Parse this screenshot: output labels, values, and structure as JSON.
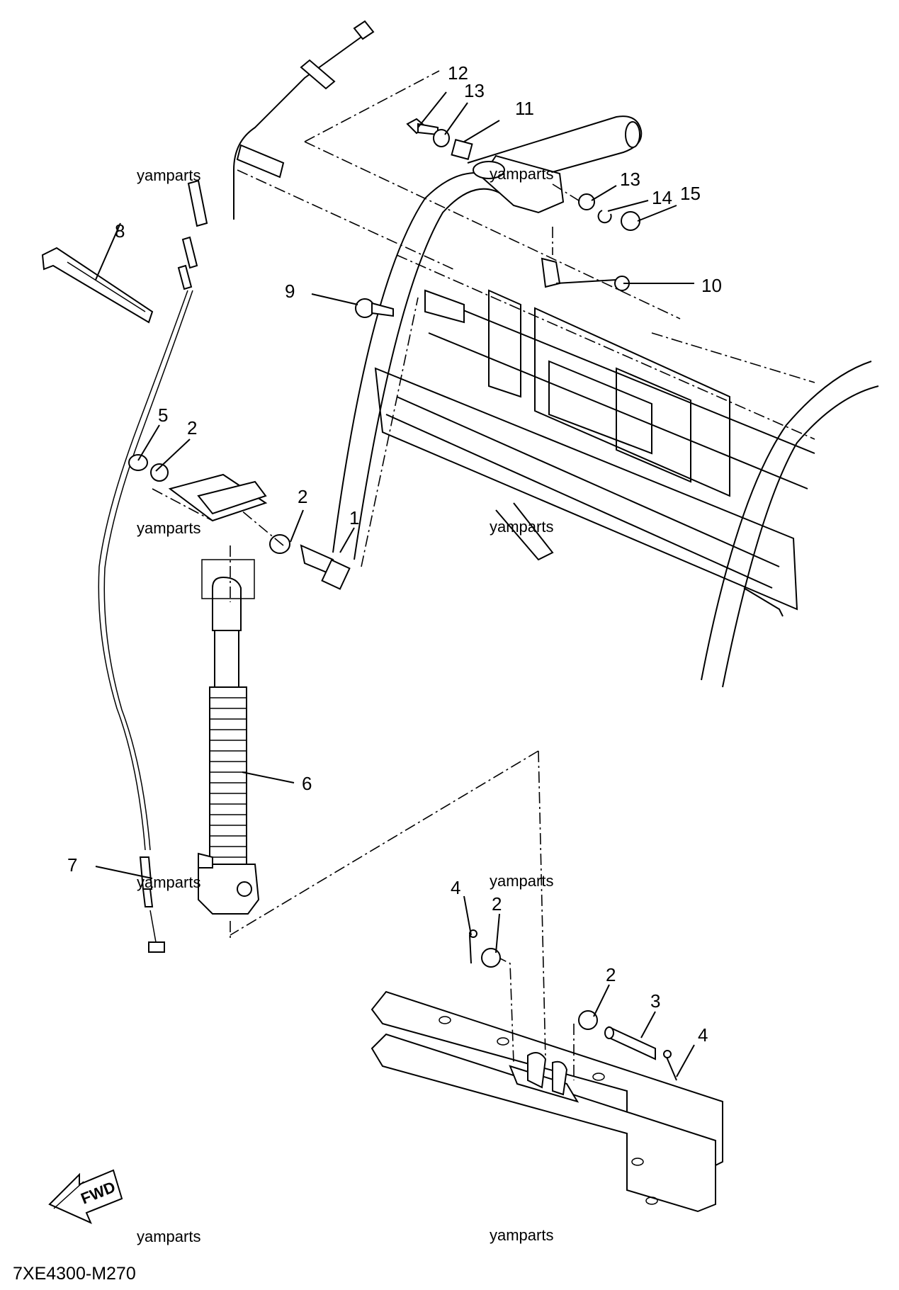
{
  "diagram": {
    "code": "7XE4300-M270",
    "fwd_label": "FWD",
    "watermark": "yamparts",
    "callouts": {
      "c1": "1",
      "c2a": "2",
      "c2b": "2",
      "c2c": "2",
      "c2d": "2",
      "c3": "3",
      "c4a": "4",
      "c4b": "4",
      "c5": "5",
      "c6": "6",
      "c7": "7",
      "c8": "8",
      "c9": "9",
      "c10": "10",
      "c11": "11",
      "c12": "12",
      "c13a": "13",
      "c13b": "13",
      "c14": "14",
      "c15": "15"
    }
  }
}
